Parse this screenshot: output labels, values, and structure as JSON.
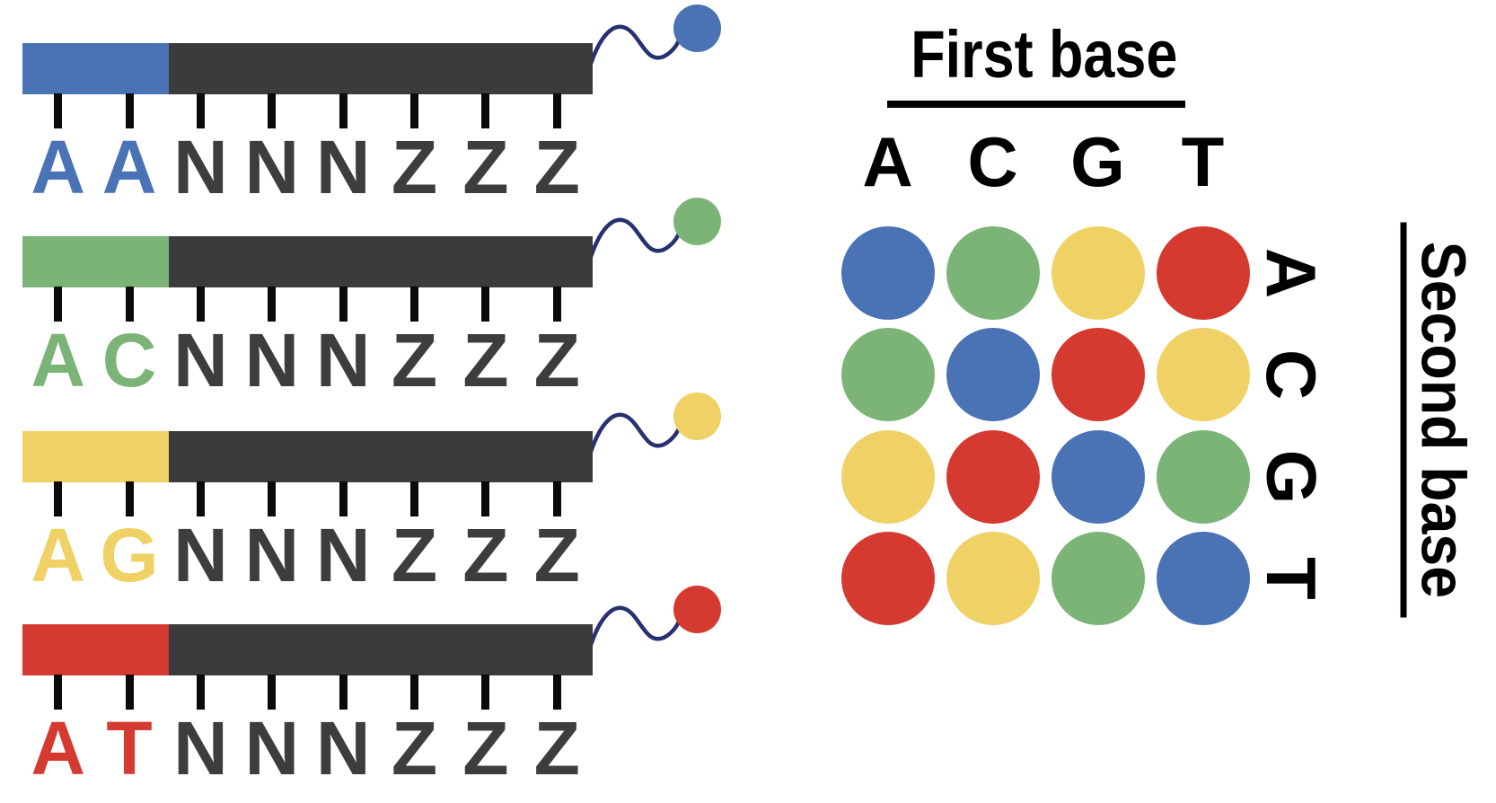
{
  "colors": {
    "blue": "#4A73B5",
    "green": "#7CB478",
    "yellow": "#F0D166",
    "red": "#D53A31",
    "bar_dark": "#3B3B3D",
    "letter_dark": "#3D3D3F",
    "tick_black": "#0A0A0A",
    "linker_navy": "#273170",
    "title_black": "#000000"
  },
  "probes": [
    {
      "code": "AA",
      "dye_color": "blue",
      "label_segment_color": "blue",
      "colored_letters": 2,
      "letters": [
        "A",
        "A",
        "N",
        "N",
        "N",
        "Z",
        "Z",
        "Z"
      ]
    },
    {
      "code": "AC",
      "dye_color": "green",
      "label_segment_color": "green",
      "colored_letters": 2,
      "letters": [
        "A",
        "C",
        "N",
        "N",
        "N",
        "Z",
        "Z",
        "Z"
      ]
    },
    {
      "code": "AG",
      "dye_color": "yellow",
      "label_segment_color": "yellow",
      "colored_letters": 2,
      "letters": [
        "A",
        "G",
        "N",
        "N",
        "N",
        "Z",
        "Z",
        "Z"
      ]
    },
    {
      "code": "AT",
      "dye_color": "red",
      "label_segment_color": "red",
      "colored_letters": 2,
      "letters": [
        "A",
        "T",
        "N",
        "N",
        "N",
        "Z",
        "Z",
        "Z"
      ]
    }
  ],
  "matrix": {
    "first_base_title": "First base",
    "second_base_title": "Second base",
    "column_headers": [
      "A",
      "C",
      "G",
      "T"
    ],
    "row_headers": [
      "A",
      "C",
      "G",
      "T"
    ],
    "cell_colors": [
      [
        "blue",
        "green",
        "yellow",
        "red"
      ],
      [
        "green",
        "blue",
        "red",
        "yellow"
      ],
      [
        "yellow",
        "red",
        "blue",
        "green"
      ],
      [
        "red",
        "yellow",
        "green",
        "blue"
      ]
    ]
  }
}
